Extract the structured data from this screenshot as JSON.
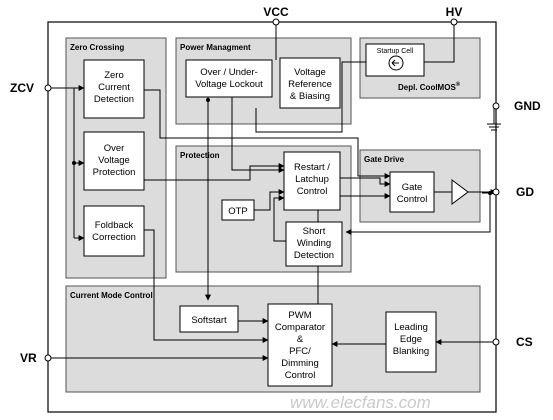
{
  "pins": {
    "vcc": "VCC",
    "hv": "HV",
    "zcv": "ZCV",
    "gnd": "GND",
    "gd": "GD",
    "vr": "VR",
    "cs": "CS"
  },
  "groups": {
    "zero_crossing": "Zero Crossing",
    "power_management": "Power Managment",
    "startup": "Depl. CoolMOS",
    "startup_sup": "®",
    "protection": "Protection",
    "gate_drive": "Gate Drive",
    "current_mode": "Current Mode Control"
  },
  "blocks": {
    "zero_current": [
      "Zero",
      "Current",
      "Detection"
    ],
    "over_voltage": [
      "Over",
      "Voltage",
      "Protection"
    ],
    "foldback": [
      "Foldback",
      "Correction"
    ],
    "uvlo": [
      "Over / Under-",
      "Voltage Lockout"
    ],
    "vref": [
      "Voltage",
      "Reference",
      "& Biasing"
    ],
    "startup_cell": "Startup Cell",
    "restart": [
      "Restart /",
      "Latchup",
      "Control"
    ],
    "otp": "OTP",
    "short_winding": [
      "Short",
      "Winding",
      "Detection"
    ],
    "gate_control": [
      "Gate",
      "Control"
    ],
    "softstart": "Softstart",
    "pwm": [
      "PWM",
      "Comparator",
      "&",
      "PFC/",
      "Dimming",
      "Control"
    ],
    "leading_edge": [
      "Leading",
      "Edge",
      "Blanking"
    ]
  },
  "watermark": "www.elecfans.com"
}
